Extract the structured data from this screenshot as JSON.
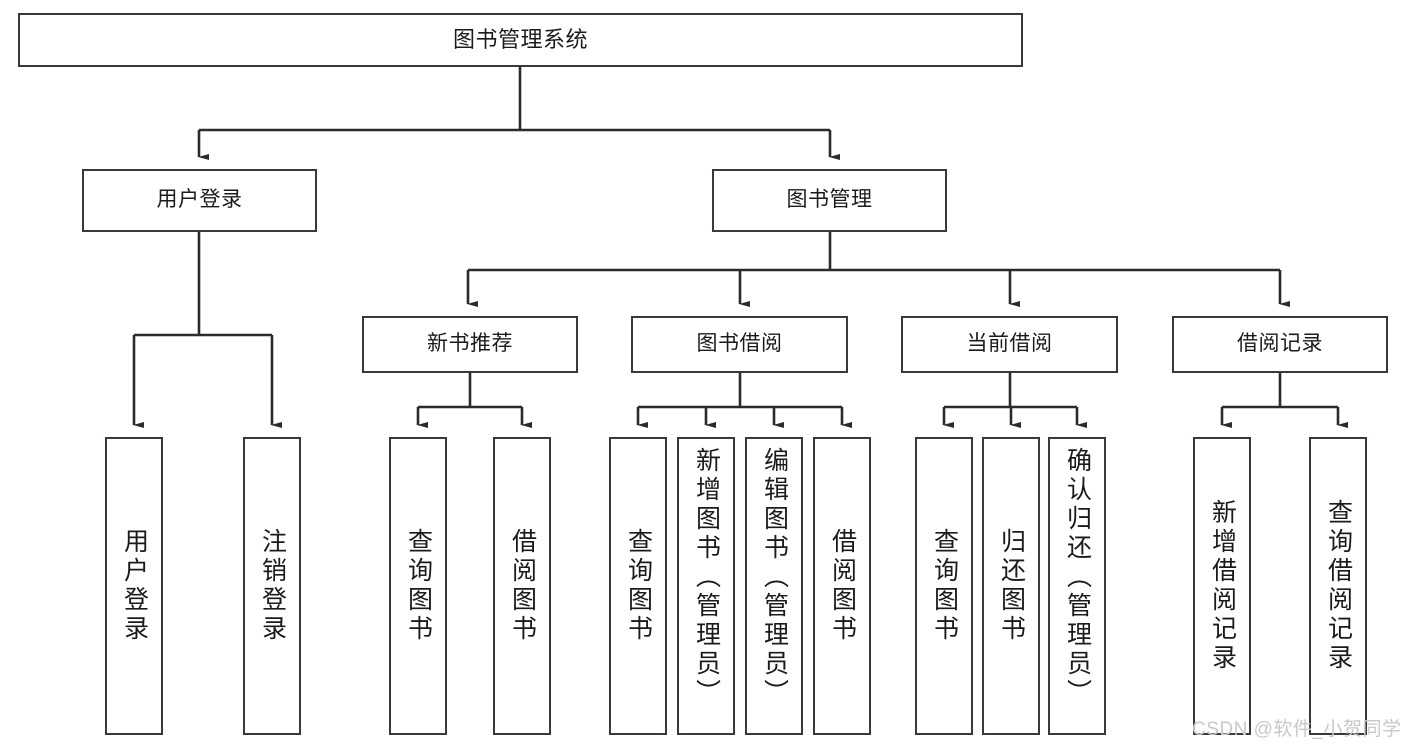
{
  "diagram": {
    "title": "图书管理系统",
    "type": "hierarchy-tree",
    "watermark": "CSDN @软件_小贺同学",
    "colors": {
      "box_border": "#36393d",
      "box_fill": "#ffffff",
      "edge": "#2b2b2b",
      "text": "#1b1b1b",
      "watermark": "#c9c9c9",
      "background": "#ffffff"
    },
    "nodes": {
      "root": {
        "label": "图书管理系统"
      },
      "level2": [
        {
          "id": "user-login",
          "label": "用户登录"
        },
        {
          "id": "book-manage",
          "label": "图书管理"
        }
      ],
      "level3": [
        {
          "id": "new-book-recommend",
          "label": "新书推荐"
        },
        {
          "id": "book-borrow",
          "label": "图书借阅"
        },
        {
          "id": "current-borrow",
          "label": "当前借阅"
        },
        {
          "id": "borrow-record",
          "label": "借阅记录"
        }
      ],
      "leaves": {
        "user-login": [
          {
            "id": "leaf-user-login",
            "label": "用户登录"
          },
          {
            "id": "leaf-logout-login",
            "label": "注销登录"
          }
        ],
        "new-book-recommend": [
          {
            "id": "leaf-query-book-1",
            "label": "查询图书"
          },
          {
            "id": "leaf-borrow-book-1",
            "label": "借阅图书"
          }
        ],
        "book-borrow": [
          {
            "id": "leaf-query-book-2",
            "label": "查询图书"
          },
          {
            "id": "leaf-add-book",
            "label": "新增图书（管理员）"
          },
          {
            "id": "leaf-edit-book",
            "label": "编辑图书（管理员）"
          },
          {
            "id": "leaf-borrow-book-2",
            "label": "借阅图书"
          }
        ],
        "current-borrow": [
          {
            "id": "leaf-query-book-3",
            "label": "查询图书"
          },
          {
            "id": "leaf-return-book",
            "label": "归还图书"
          },
          {
            "id": "leaf-confirm-return",
            "label": "确认归还（管理员）"
          }
        ],
        "borrow-record": [
          {
            "id": "leaf-add-record",
            "label": "新增借阅记录"
          },
          {
            "id": "leaf-query-record",
            "label": "查询借阅记录"
          }
        ]
      }
    }
  }
}
